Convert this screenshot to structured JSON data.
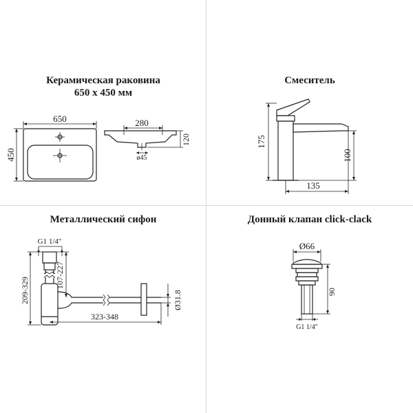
{
  "sink": {
    "title_line1": "Керамическая раковина",
    "title_line2": "650 х 450 мм",
    "dim_width": "650",
    "dim_height": "450",
    "dim_basin_depth": "280",
    "dim_side_height": "120",
    "dim_drain": "ø45"
  },
  "mixer": {
    "title": "Смеситель",
    "dim_height": "175",
    "dim_spout_height": "100",
    "dim_reach": "135"
  },
  "siphon": {
    "title": "Металлический сифон",
    "dim_thread": "G1 1/4\"",
    "dim_total_height": "209-329",
    "dim_upper_height": "107-227",
    "dim_length": "323-348",
    "dim_outlet_diameter": "Ø31.8"
  },
  "valve": {
    "title": "Донный клапан click-clack",
    "dim_diameter": "Ø66",
    "dim_height": "90",
    "dim_thread": "G1 1/4\""
  }
}
